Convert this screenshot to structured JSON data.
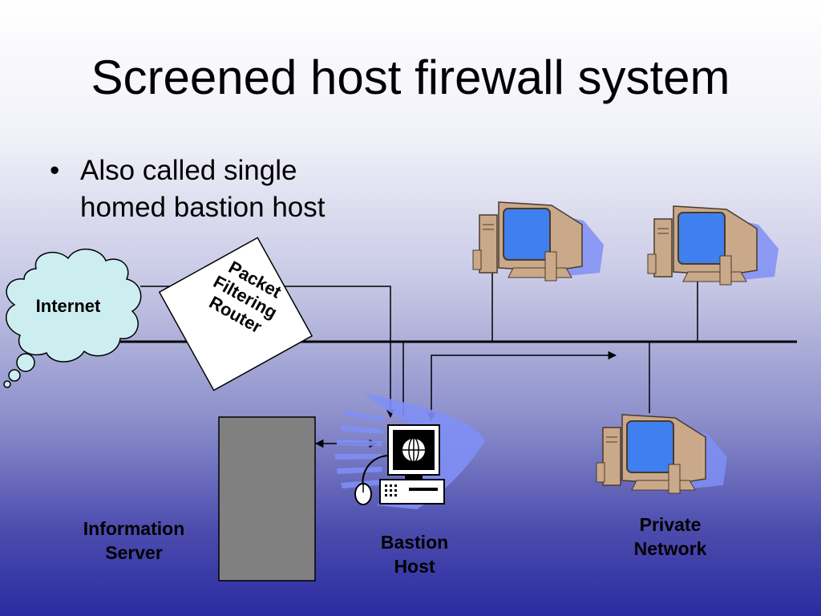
{
  "slide": {
    "title": "Screened host firewall system",
    "bullet": "Also called single homed bastion host"
  },
  "nodes": {
    "internet": "Internet",
    "router_line1": "Packet",
    "router_line2": "Filtering",
    "router_line3": "Router",
    "info_server_line1": "Information",
    "info_server_line2": "Server",
    "bastion_line1": "Bastion",
    "bastion_line2": "Host",
    "private_line1": "Private",
    "private_line2": "Network"
  },
  "colors": {
    "cloud_fill": "#cdeef0",
    "server_fill": "#808080",
    "monitor_screen": "#3f7ff0",
    "computer_body": "#c9a98a",
    "shadow_blue": "#7f8ff5"
  }
}
